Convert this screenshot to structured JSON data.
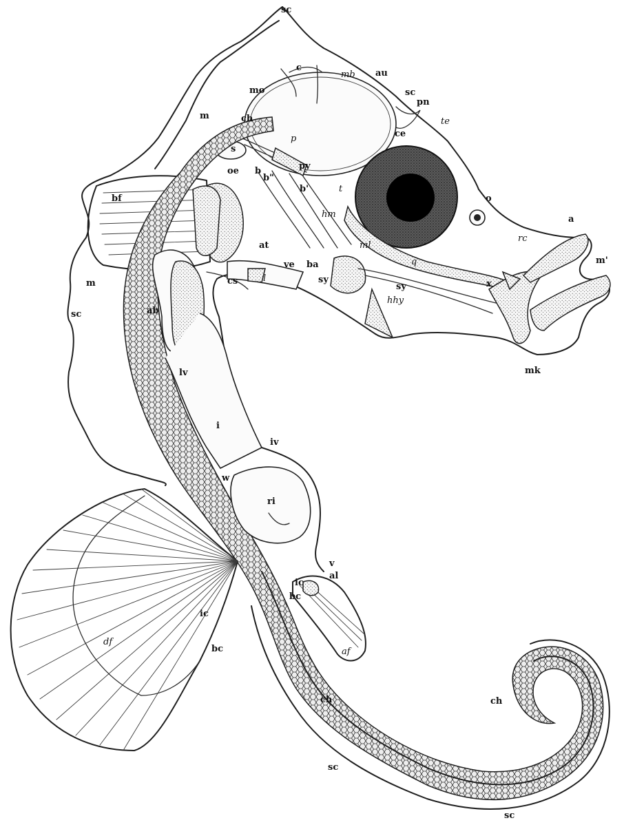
{
  "figure": {
    "labels": {
      "sc_top": "sc",
      "c": "c",
      "mb": "mb",
      "au": "au",
      "mo": "mo",
      "sc_head": "sc",
      "pn": "pn",
      "m_top": "m",
      "ch_top": "ch",
      "ce": "ce",
      "te": "te",
      "s": "s",
      "p": "p",
      "py": "py",
      "oe": "oe",
      "b": "b",
      "b2": "b\"",
      "b3": "b'",
      "t": "t",
      "o": "o",
      "bf": "bf",
      "hm": "hm",
      "a": "a",
      "rc": "rc",
      "ml": "ml",
      "at": "at",
      "m_prime": "m'",
      "ve": "ve",
      "ba": "ba",
      "q": "q",
      "sy": "sy",
      "cs": "cs",
      "l": "l",
      "sy2": "sy",
      "x": "x",
      "m_left": "m",
      "hhy": "hhy",
      "sc_left": "sc",
      "ab": "ab",
      "mk": "mk",
      "lv": "lv",
      "i": "i",
      "iv": "iv",
      "w": "w",
      "ri": "ri",
      "v": "v",
      "al": "al",
      "ic_right": "ic",
      "be_right": "bc",
      "ic_left": "ic",
      "df": "df",
      "be_left": "bc",
      "af": "af",
      "ch_mid": "ch",
      "ch_tail": "ch",
      "sc_bottom_mid": "sc",
      "sc_bottom_right": "sc"
    }
  }
}
